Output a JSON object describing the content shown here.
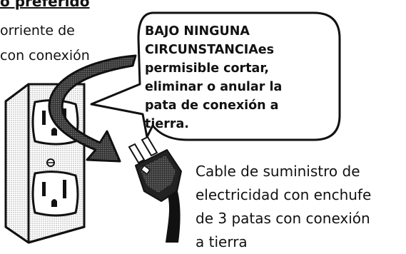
{
  "heading": "o preferido",
  "left_text": {
    "line1": "orriente de",
    "line2": "con conexión"
  },
  "warning": {
    "line1": "BAJO NINGUNA",
    "line2": "CIRCUNSTANCIAes",
    "line3": "permisible cortar,",
    "line4": "eliminar o anular la",
    "line5": "pata de conexión a",
    "line6": "tierra."
  },
  "cable_label": {
    "line1": "Cable de suministro de",
    "line2": "electricidad con enchufe",
    "line3": "de 3 patas con conexión",
    "line4": "a tierra"
  }
}
